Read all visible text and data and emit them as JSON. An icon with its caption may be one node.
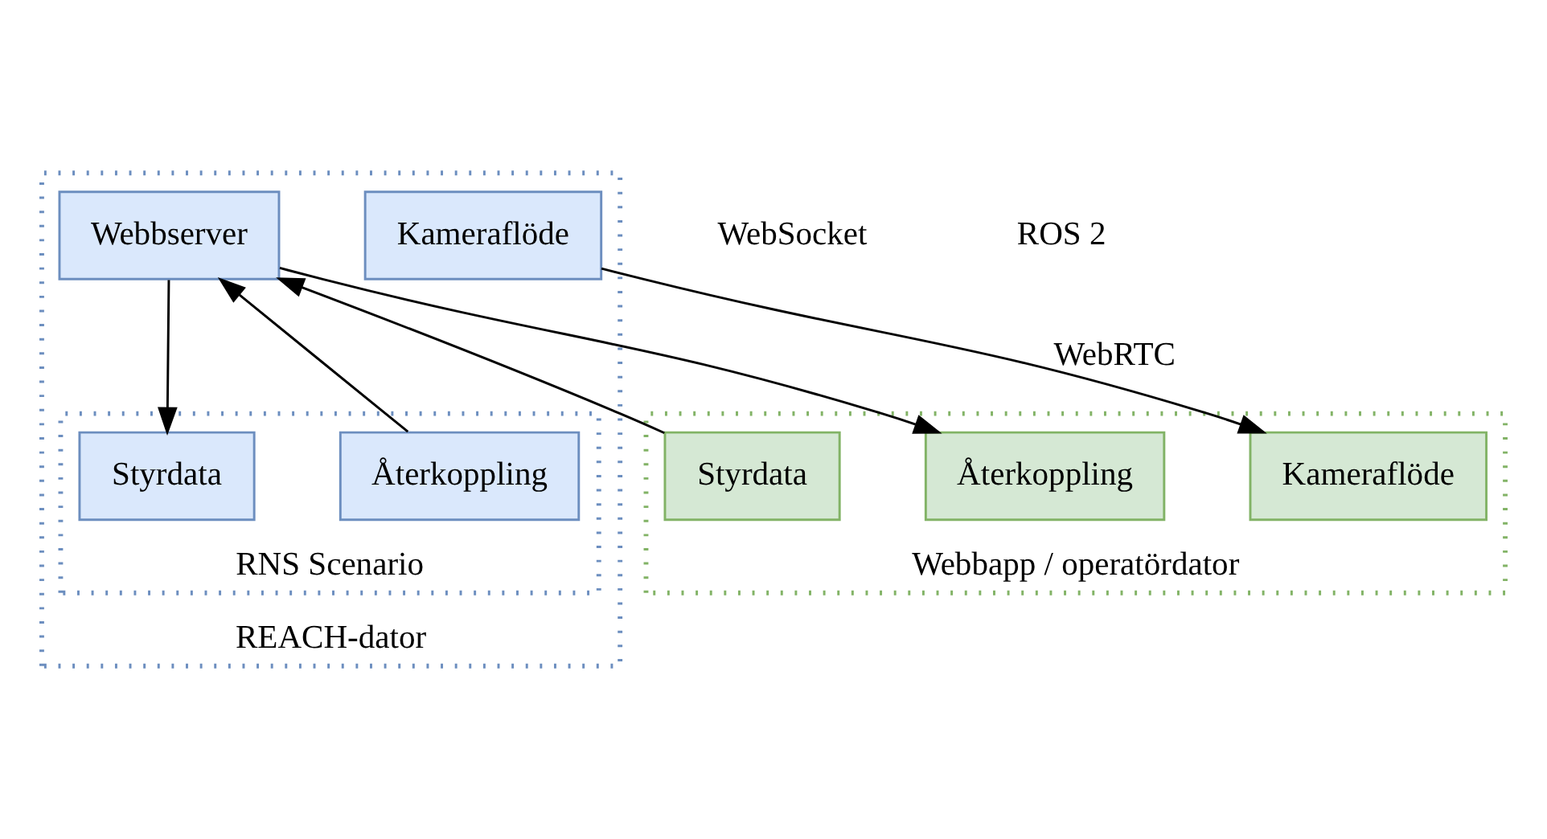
{
  "diagram": {
    "nodes": [
      {
        "text": [
          "Webbapp / operatördator"
        ]
      },
      {
        "text": [
          "Styrdata"
        ],
        "in": 0
      },
      {
        "text": [
          "Återkoppling"
        ],
        "in": 0
      },
      {
        "text": [
          "Kameraflöde"
        ],
        "in": 0
      },
      {
        "text": [
          "REACH-dator"
        ]
      },
      {
        "text": [
          "Webbserver"
        ],
        "in": 4
      },
      {
        "text": [
          "RNS Scenario"
        ],
        "in": 4
      },
      {
        "text": [
          "Återkoppling"
        ],
        "in": 6
      },
      {
        "text": [
          "Styrdata"
        ],
        "in": 6
      },
      {
        "text": [
          "Kameraflöde"
        ],
        "in": 4
      }
    ],
    "edges": [
      {
        "from": 1,
        "to": 5,
        "arrow": "to"
      },
      {
        "from": 5,
        "to": 2,
        "arrow": "to"
      },
      {
        "from": 7,
        "to": 5,
        "arrow": "to"
      },
      {
        "from": 5,
        "to": 8,
        "arrow": "to"
      },
      {
        "from": 9,
        "to": 3,
        "arrow": "to",
        "label": "WebRTC"
      }
    ],
    "labels": [
      "WebSocket",
      "ROS 2"
    ]
  }
}
